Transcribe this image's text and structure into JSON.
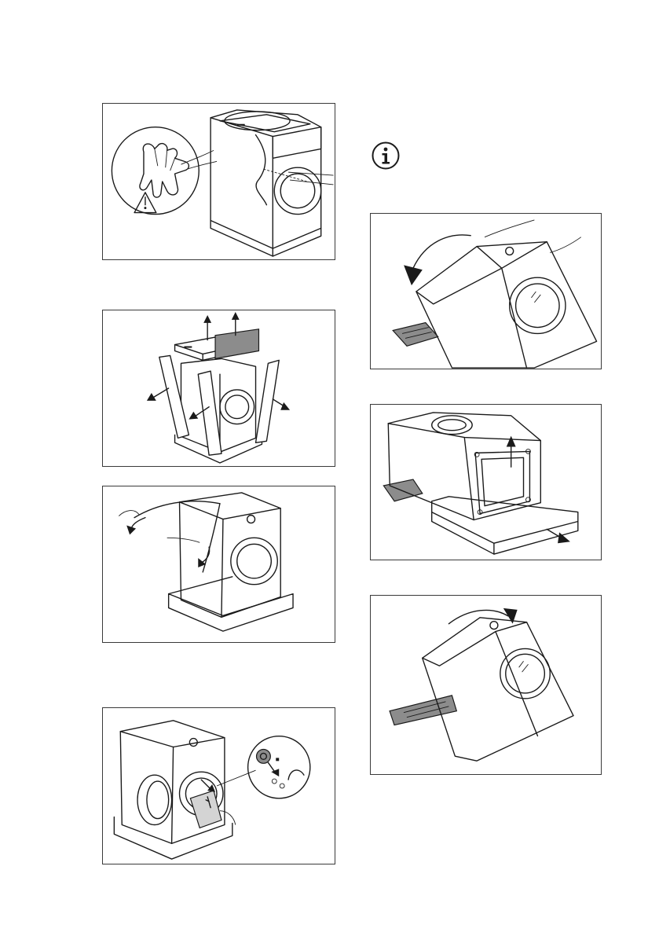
{
  "figures": [
    {
      "id": "wear-gloves-remove-cover"
    },
    {
      "id": "remove-corner-protectors"
    },
    {
      "id": "remove-plastic-bag"
    },
    {
      "id": "take-accessories-from-drum"
    },
    {
      "id": "tilt-machine-backward"
    },
    {
      "id": "remove-base-polystyrene"
    },
    {
      "id": "tilt-machine-forward"
    }
  ],
  "icons": {
    "info": "info-icon",
    "warning": "warning-triangle-icon",
    "glove": "glove-icon"
  }
}
